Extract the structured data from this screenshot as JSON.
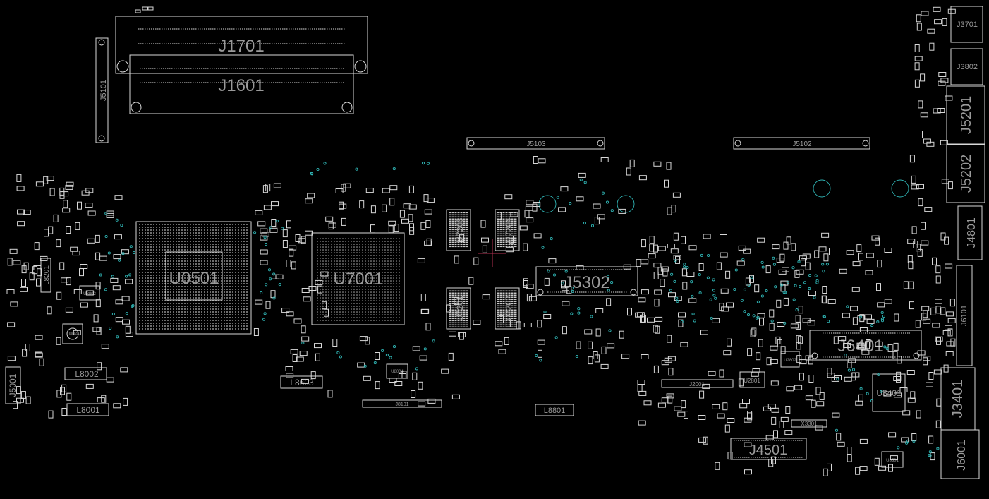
{
  "viewer": {
    "background": "#000000",
    "outline_color": "#d8d8d8",
    "label_color": "#9a9a9a",
    "via_color": "#2fb3b3",
    "cursor_color": "#b03050"
  },
  "labels": {
    "j1701": "J1701",
    "j1601": "J1601",
    "j5101": "J5101",
    "j5103": "J5103",
    "j5102": "J5102",
    "j3701": "J3701",
    "j3802": "J3802",
    "j5201": "J5201",
    "j5202": "J5202",
    "j4801": "J4801",
    "u0501": "U0501",
    "u7001": "U7001",
    "u7203": "U7203",
    "u7204": "U7204",
    "u7201": "U7201",
    "u7202": "U7202",
    "j5302": "J5302",
    "j6401": "J6401",
    "u3401": "U3401",
    "j3401": "J3401",
    "j4501": "J4501",
    "j6001": "J6001",
    "j6101": "J6101",
    "j5001": "J5001",
    "l8002": "L8002",
    "l8001": "L8001",
    "l8603": "L8603",
    "l8801": "L8801",
    "l8201": "L8201",
    "j2001": "J2001",
    "u2801": "U2801",
    "u2802": "U2802",
    "x3301": "X3301",
    "u8002": "U8002",
    "u8001": "U8001",
    "u8004": "U8004",
    "u8501": "U8501",
    "j8101": "J8101"
  }
}
